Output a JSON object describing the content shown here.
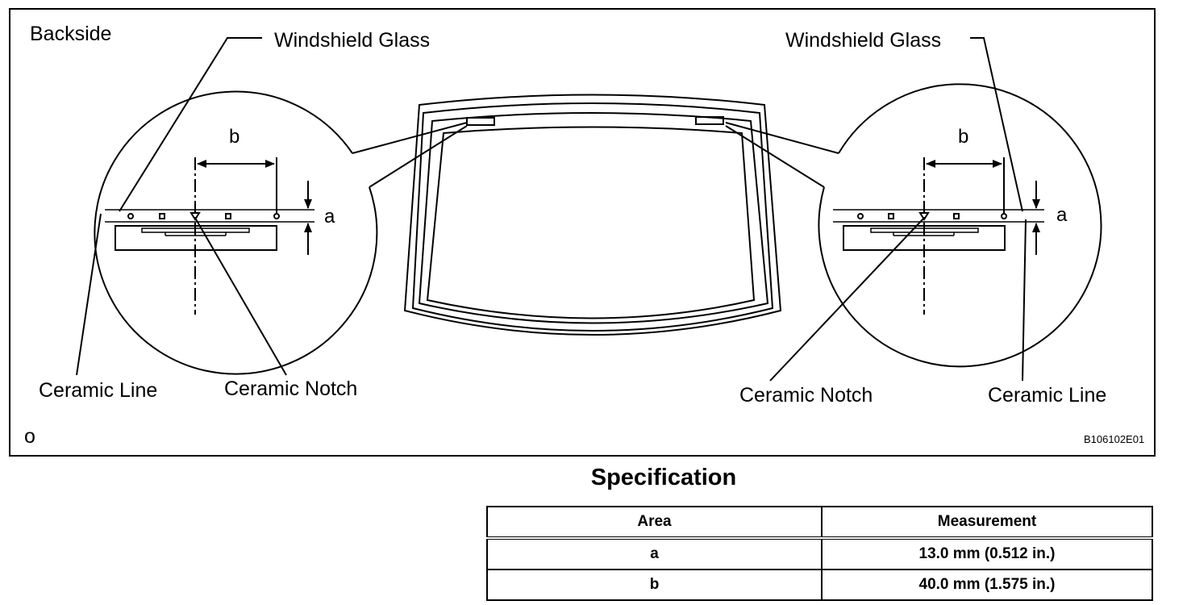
{
  "diagram": {
    "backside_label": "Backside",
    "windshield_glass_left": "Windshield Glass",
    "windshield_glass_right": "Windshield Glass",
    "ceramic_line_left": "Ceramic Line",
    "ceramic_notch_left": "Ceramic Notch",
    "ceramic_notch_right": "Ceramic Notch",
    "ceramic_line_right": "Ceramic Line",
    "dim_a": "a",
    "dim_b": "b",
    "corner_mark": "o",
    "figure_code": "B106102E01"
  },
  "specification": {
    "title": "Specification",
    "headers": [
      "Area",
      "Measurement"
    ],
    "rows": [
      [
        "a",
        "13.0 mm (0.512 in.)"
      ],
      [
        "b",
        "40.0 mm (1.575 in.)"
      ]
    ]
  }
}
